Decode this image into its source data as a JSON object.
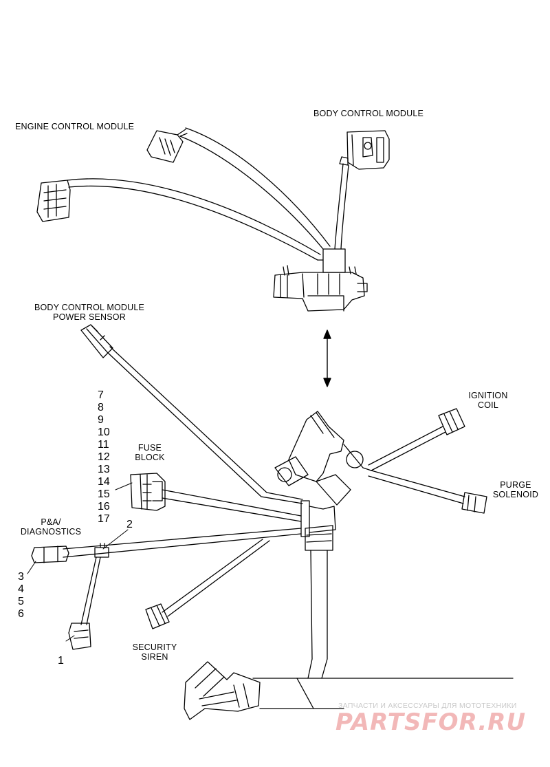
{
  "labels": {
    "engine_control_module": "ENGINE CONTROL MODULE",
    "body_control_module": "BODY CONTROL MODULE",
    "bcm_power_sensor_line1": "BODY CONTROL MODULE",
    "bcm_power_sensor_line2": "POWER SENSOR",
    "ignition_coil_line1": "IGNITION",
    "ignition_coil_line2": "COIL",
    "purge_solenoid_line1": "PURGE",
    "purge_solenoid_line2": "SOLENOID",
    "fuse_block_line1": "FUSE",
    "fuse_block_line2": "BLOCK",
    "pa_diagnostics_line1": "P&A/",
    "pa_diagnostics_line2": "DIAGNOSTICS",
    "security_siren_line1": "SECURITY",
    "security_siren_line2": "SIREN"
  },
  "callouts": {
    "fuse_block_numbers": [
      "7",
      "8",
      "9",
      "10",
      "11",
      "12",
      "13",
      "14",
      "15",
      "16",
      "17"
    ],
    "diagnostics_numbers": [
      "3",
      "4",
      "5",
      "6"
    ],
    "item_1": "1",
    "item_2": "2"
  },
  "watermark": {
    "tagline": "ЗАПЧАСТИ И АКСЕССУАРЫ ДЛЯ МОТОТЕХНИКИ",
    "logo": "PARTSFOR.RU"
  },
  "colors": {
    "line": "#000000",
    "background": "#ffffff",
    "watermark_logo": "#f2b8b8",
    "watermark_text": "#c9c9c9"
  }
}
